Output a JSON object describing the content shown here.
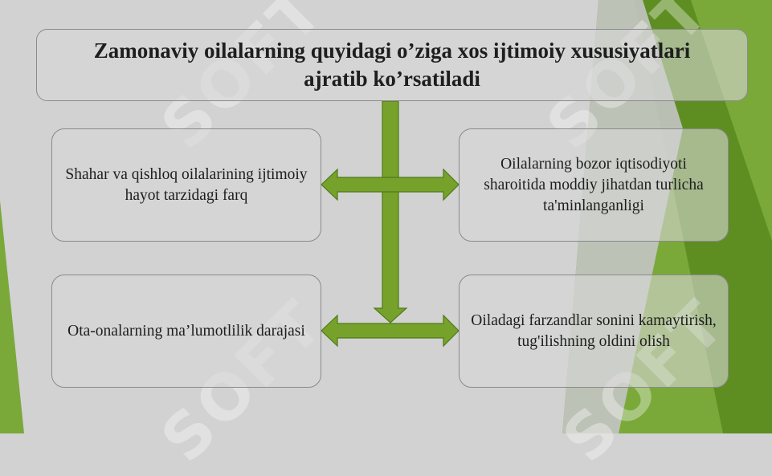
{
  "colors": {
    "background": "#d2d2d2",
    "accent_green": "#76a22b",
    "arrow_outline": "#4f7a1a"
  },
  "title": "Zamonaviy oilalarning quyidagi o’ziga xos ijtimoiy xususiyatlari ajratib ko’rsatiladi",
  "cards": {
    "top_left": "Shahar va qishloq oilalarining ijtimoiy hayot tarzidagi farq",
    "top_right": "Oilalarning bozor iqtisodiyoti sharoitida moddiy jihatdan turlicha  ta'minlanganligi",
    "bottom_left": "Ota-onalarning ma’lumotlilik darajasi",
    "bottom_right": "Oiladagi farzandlar sonini kamaytirish, tug'ilishning oldini olish"
  },
  "watermark": "SOFT"
}
